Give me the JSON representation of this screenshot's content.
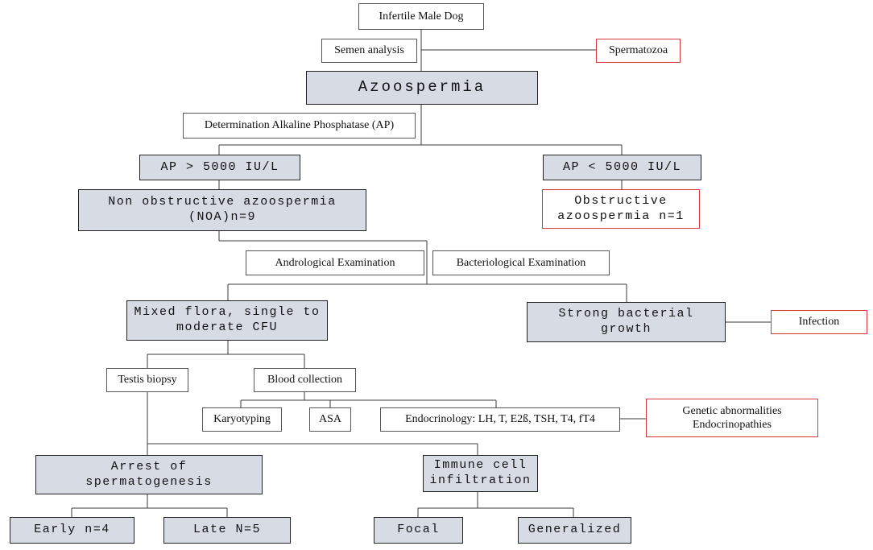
{
  "flowchart": {
    "infertile_male_dog": "Infertile Male Dog",
    "semen_analysis": "Semen analysis",
    "spermatozoa": "Spermatozoa",
    "azoospermia": "Azoospermia",
    "determination_ap": "Determination Alkaline Phosphatase (AP)",
    "ap_high": "AP > 5000 IU/L",
    "ap_low": "AP < 5000 IU/L",
    "noa_line1": "Non obstructive azoospermia",
    "noa_line2": "(NOA)n=9",
    "obstructive_line1": "Obstructive",
    "obstructive_line2": "azoospermia n=1",
    "andrological_exam": "Andrological Examination",
    "bacteriological_exam": "Bacteriological Examination",
    "mixed_flora_line1": "Mixed flora, single to",
    "mixed_flora_line2": "moderate CFU",
    "strong_growth_line1": "Strong bacterial",
    "strong_growth_line2": "growth",
    "infection": "Infection",
    "testis_biopsy": "Testis biopsy",
    "blood_collection": "Blood collection",
    "karyotyping": "Karyotyping",
    "asa": "ASA",
    "endocrinology": "Endocrinology: LH, T, E2ß, TSH, T4, fT4",
    "genetic_line1": "Genetic abnormalities",
    "genetic_line2": "Endocrinopathies",
    "arrest_line1": "Arrest of",
    "arrest_line2": "spermatogenesis",
    "immune_line1": "Immune cell",
    "immune_line2": "infiltration",
    "early": "Early n=4",
    "late": "Late N=5",
    "focal": "Focal",
    "generalized": "Generalized"
  },
  "colors": {
    "grey_fill": "#d6dbe4",
    "red_border": "#d8393f",
    "line": "#3a3a3a"
  }
}
